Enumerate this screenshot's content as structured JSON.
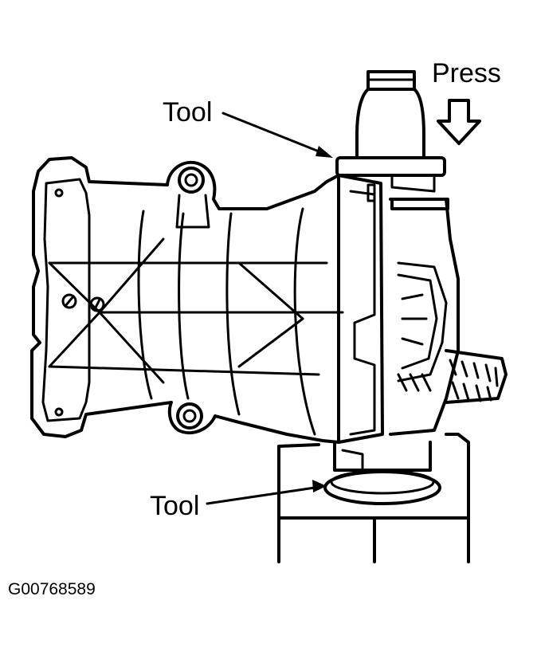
{
  "labels": {
    "press": "Press",
    "tool_top": "Tool",
    "tool_bottom": "Tool",
    "figure_code": "G00768589"
  }
}
